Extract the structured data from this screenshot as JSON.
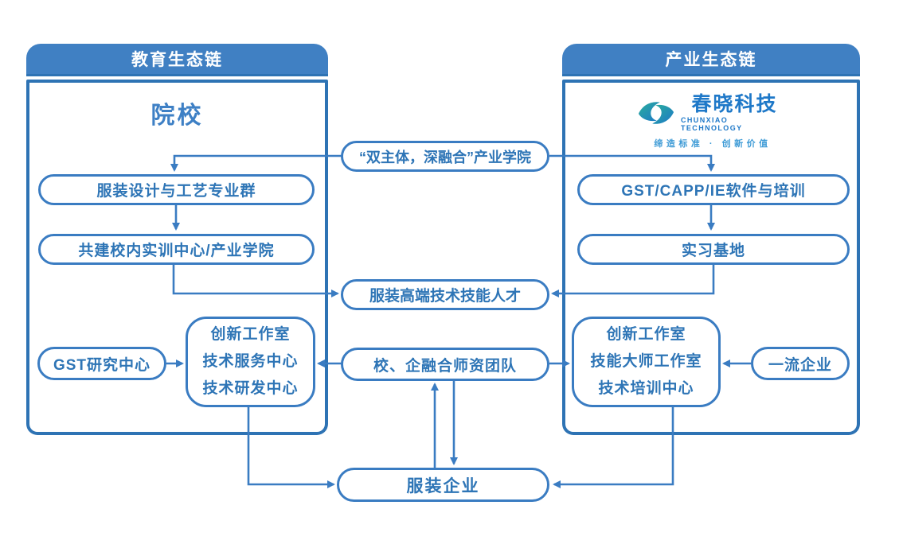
{
  "panels": {
    "education": {
      "header": "教育生态链",
      "title": "院校"
    },
    "industry": {
      "header": "产业生态链"
    }
  },
  "logo": {
    "name": "春晓科技",
    "en": "CHUNXIAO TECHNOLOGY",
    "tagline": "缔造标准 · 创新价值"
  },
  "nodes": {
    "industry_college": {
      "label": "“双主体，深融合”产业学院"
    },
    "major_group": {
      "label": "服装设计与工艺专业群"
    },
    "training_center": {
      "label": "共建校内实训中心/产业学院"
    },
    "gst_capp": {
      "label": "GST/CAPP/IE软件与培训"
    },
    "practice_base": {
      "label": "实习基地"
    },
    "talent": {
      "label": "服装高端技术技能人才"
    },
    "gst_research": {
      "label": "GST研究中心"
    },
    "edu_centers": {
      "lines": [
        "创新工作室",
        "技术服务中心",
        "技术研发中心"
      ]
    },
    "faculty_team": {
      "label": "校、企融合师资团队"
    },
    "ind_centers": {
      "lines": [
        "创新工作室",
        "技能大师工作室",
        "技术培训中心"
      ]
    },
    "top_enterprise": {
      "label": "一流企业"
    },
    "garment_enterprise": {
      "label": "服装企业"
    }
  },
  "colors": {
    "header_fill": "#4080C3",
    "panel_border": "#2E73B4",
    "line": "#3A7CC2",
    "text_blue": "#2E75B6",
    "logo_blue": "#1E78C8",
    "logo_teal": "#2AAE9C",
    "tagline": "#3E9BD6"
  }
}
